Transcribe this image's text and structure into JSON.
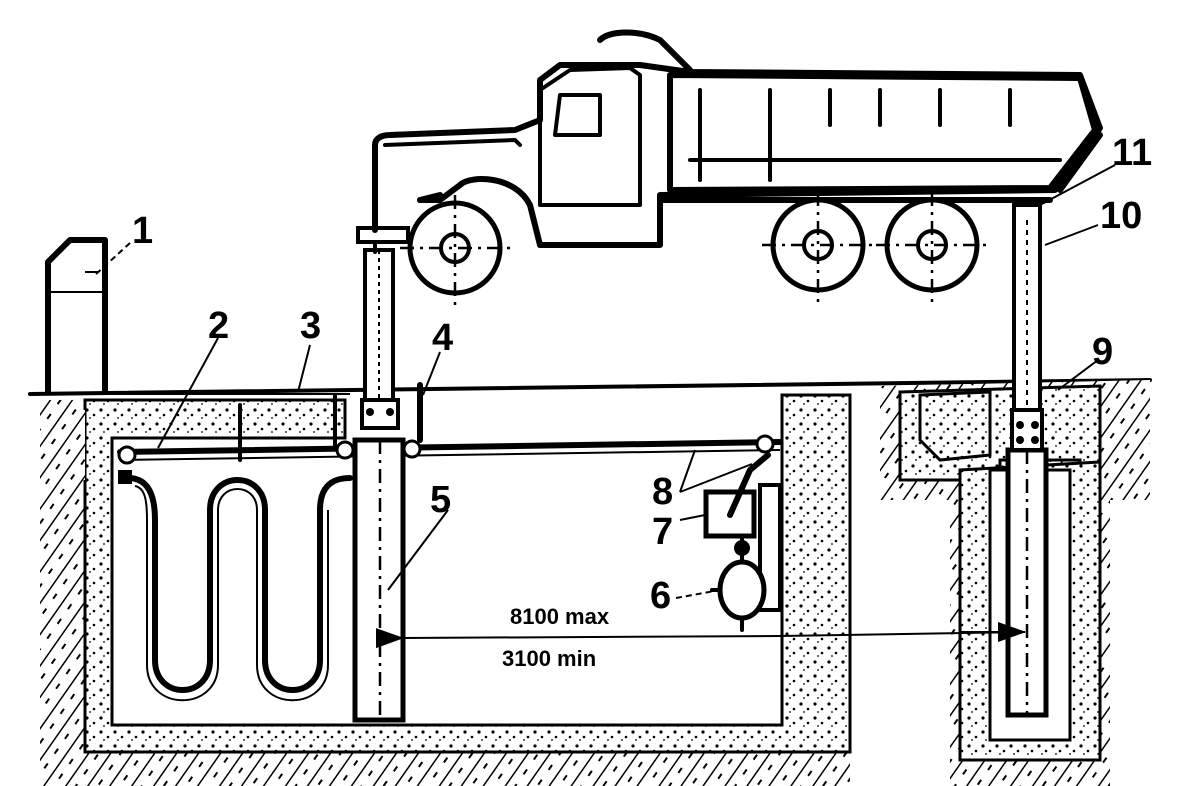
{
  "callouts": {
    "c1": "1",
    "c2": "2",
    "c3": "3",
    "c4": "4",
    "c5": "5",
    "c6": "6",
    "c7": "7",
    "c8": "8",
    "c9": "9",
    "c10": "10",
    "c11": "11"
  },
  "dimensions": {
    "max_label": "8100 max",
    "min_label": "3100 min"
  }
}
